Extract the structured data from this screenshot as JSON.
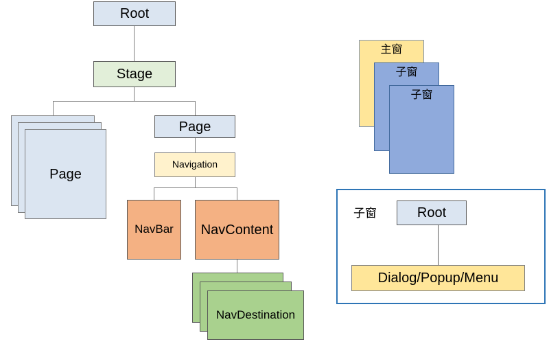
{
  "tree": {
    "root_label": "Root",
    "stage_label": "Stage",
    "page_stack_label": "Page",
    "page_label": "Page",
    "navigation_label": "Navigation",
    "navbar_label": "NavBar",
    "navcontent_label": "NavContent",
    "navdestination_label": "NavDestination"
  },
  "window_stack": {
    "main_window_label": "主窗",
    "child_window1_label": "子窗",
    "child_window2_label": "子窗"
  },
  "child_window_panel": {
    "panel_label": "子窗",
    "root_label": "Root",
    "dialog_label": "Dialog/Popup/Menu"
  },
  "colors": {
    "node_light_blue": "#dbe5f1",
    "stage_green": "#e2efd9",
    "navigation_pale_yellow": "#fff2cc",
    "window_yellow": "#ffe699",
    "nav_orange": "#f4b183",
    "destination_green": "#a9d18e",
    "window_blue": "#8faadc",
    "panel_border_blue": "#2e75b6",
    "connector_gray": "#7f7f7f"
  }
}
